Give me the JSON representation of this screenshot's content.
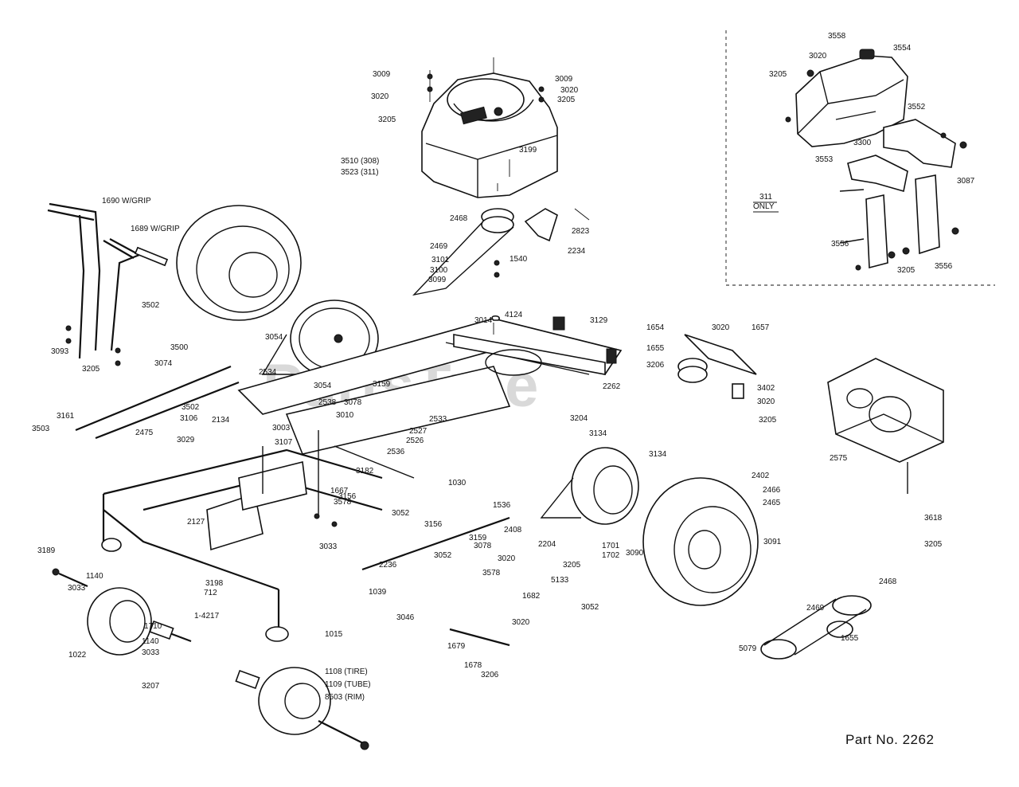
{
  "watermark": "PartsTree",
  "part_number": "Part No. 2262",
  "inset_note": [
    "311",
    "ONLY"
  ],
  "callouts": [
    "3009",
    "3020",
    "3205",
    "3009",
    "3020",
    "3205",
    "3510 (308)",
    "3523 (311)",
    "3199",
    "2468",
    "2469",
    "3101",
    "3100",
    "3099",
    "1540",
    "2234",
    "2823",
    "1690 W/GRIP",
    "1689 W/GRIP",
    "3502",
    "3093",
    "3205",
    "3500",
    "3074",
    "3054",
    "2534",
    "3161",
    "3503",
    "3502",
    "3106",
    "2134",
    "2475",
    "3054",
    "2538",
    "3029",
    "3003",
    "3010",
    "3078",
    "3107",
    "3159",
    "2533",
    "2527",
    "2526",
    "2536",
    "3014",
    "4124",
    "3129",
    "2262",
    "3204",
    "1654",
    "3020",
    "1657",
    "1655",
    "3206",
    "3402",
    "3020",
    "3205",
    "3134",
    "3134",
    "3182",
    "1030",
    "3156",
    "1667",
    "3578",
    "2127",
    "1536",
    "2408",
    "2402",
    "2466",
    "2465",
    "2204",
    "1701",
    "1702",
    "3090",
    "3052",
    "3156",
    "3159",
    "3078",
    "3033",
    "1039",
    "2236",
    "3052",
    "3020",
    "3578",
    "5133",
    "3205",
    "1682",
    "3091",
    "3189",
    "1140",
    "3033",
    "3198",
    "712",
    "1-4217",
    "1710",
    "1140",
    "3033",
    "3207",
    "1022",
    "1015",
    "1108 (TIRE)",
    "1109 (TUBE)",
    "8503 (RIM)",
    "3046",
    "1679",
    "1678",
    "3206",
    "3020",
    "3052",
    "2575",
    "3618",
    "3205",
    "2468",
    "2469",
    "1655",
    "5079",
    "3558",
    "3554",
    "3020",
    "3205",
    "3552",
    "3300",
    "3553",
    "3087",
    "3556",
    "3556",
    "3205"
  ]
}
